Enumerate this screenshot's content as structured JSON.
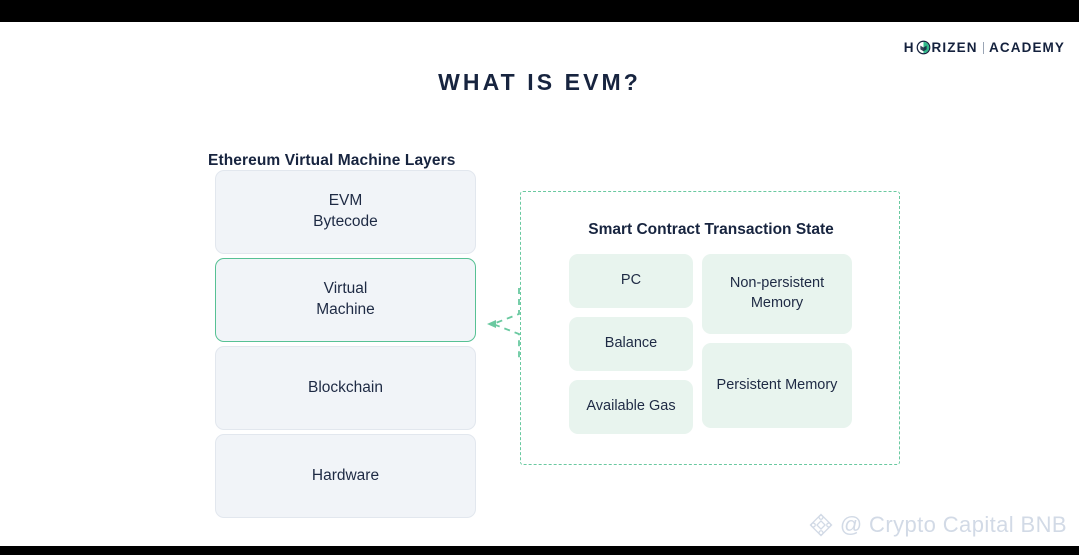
{
  "brand": {
    "name_left": "H",
    "logo_icon": "horizen-circle-logo-icon",
    "name_right": "RIZEN",
    "divider": "|",
    "sub_name": "ACADEMY"
  },
  "slide": {
    "title": "WHAT IS EVM?",
    "section_heading": "Ethereum Virtual Machine Layers"
  },
  "layers": [
    {
      "line1": "EVM",
      "line2": "Bytecode",
      "highlighted": false
    },
    {
      "line1": "Virtual",
      "line2": "Machine",
      "highlighted": true
    },
    {
      "line1": "Blockchain",
      "line2": "",
      "highlighted": false
    },
    {
      "line1": "Hardware",
      "line2": "",
      "highlighted": false
    }
  ],
  "state_panel": {
    "title": "Smart Contract Transaction State",
    "left_column": [
      {
        "label": "PC"
      },
      {
        "label": "Balance"
      },
      {
        "label": "Available Gas"
      }
    ],
    "right_column": [
      {
        "line1": "Non-persistent",
        "line2": "Memory"
      },
      {
        "line1": "Persistent",
        "line2": "Memory"
      }
    ]
  },
  "connector": {
    "icon": "dashed-left-arrow-icon"
  },
  "watermark": {
    "icon": "bnb-diamond-icon",
    "text": "@ Crypto Capital BNB"
  },
  "colors": {
    "accent_green": "#57c194",
    "dashed_green": "#6ac9a0",
    "box_fill_gray": "#f1f4f8",
    "box_fill_green": "#e8f4ee",
    "text_navy": "#17243f",
    "watermark_gray": "#d2dae6",
    "letterbox_black": "#000000"
  }
}
